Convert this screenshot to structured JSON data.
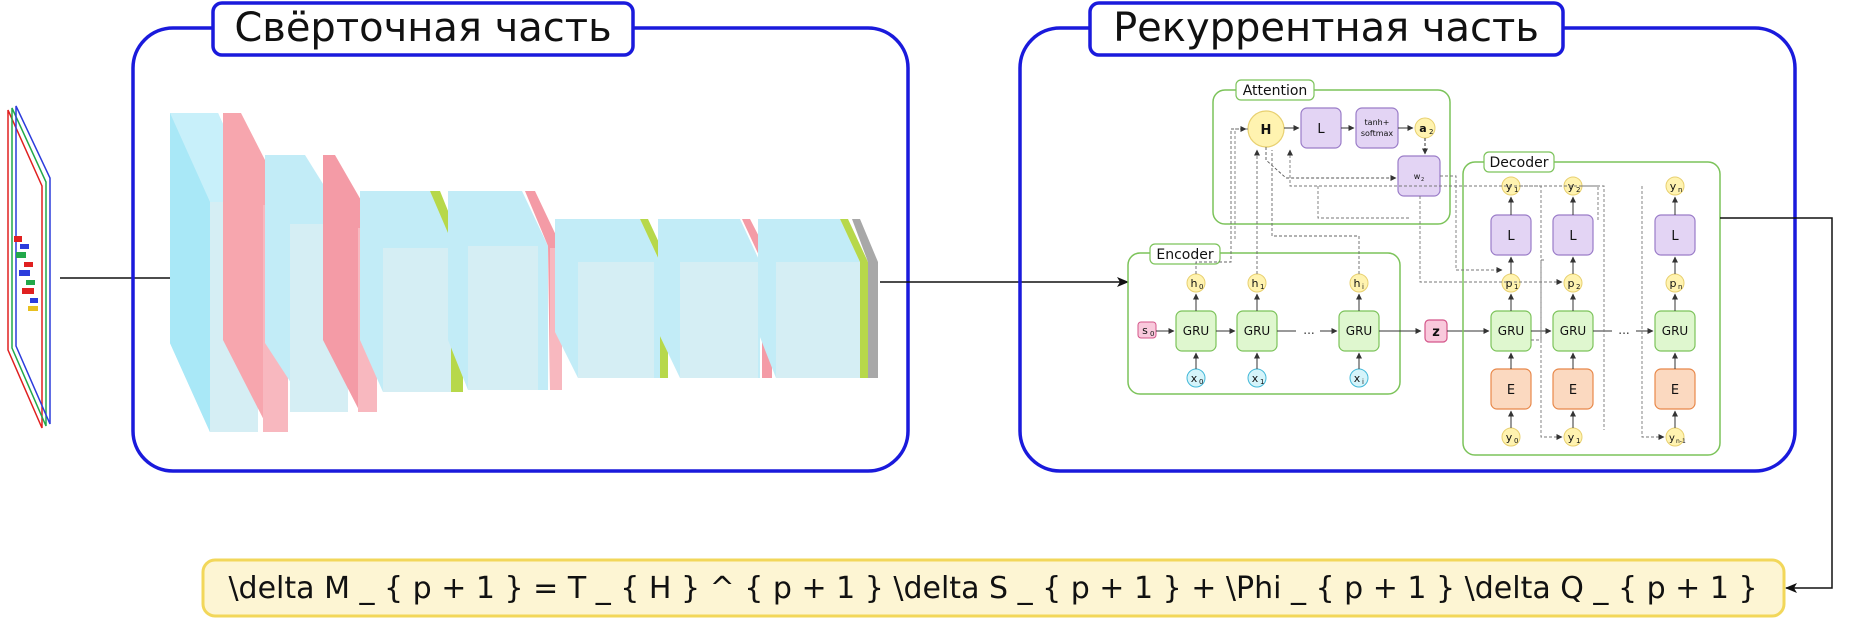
{
  "panels": {
    "conv_title": "Свёрточная часть",
    "rec_title": "Рекуррентная часть"
  },
  "attention": {
    "label": "Attention",
    "h_node": "H",
    "l_node": "L",
    "tanh_line1": "tanh+",
    "tanh_line2": "softmax",
    "a_node": "a",
    "a_sub": "2",
    "w_node": "w",
    "w_sub": "2"
  },
  "encoder": {
    "label": "Encoder",
    "s0": "s",
    "s0_sub": "0",
    "gru": "GRU",
    "h_nodes": [
      {
        "main": "h",
        "sub": "0"
      },
      {
        "main": "h",
        "sub": "1"
      },
      {
        "main": "h",
        "sub": "i"
      }
    ],
    "x_nodes": [
      {
        "main": "x",
        "sub": "0"
      },
      {
        "main": "x",
        "sub": "1"
      },
      {
        "main": "x",
        "sub": "i"
      }
    ],
    "ellipsis": "...",
    "z_node": "z"
  },
  "decoder": {
    "label": "Decoder",
    "gru": "GRU",
    "l_node": "L",
    "e_node": "E",
    "y_top": [
      {
        "main": "y",
        "sub": "1"
      },
      {
        "main": "y",
        "sub": "2"
      },
      {
        "main": "y",
        "sub": "n"
      }
    ],
    "p_nodes": [
      {
        "main": "p",
        "sub": "1"
      },
      {
        "main": "p",
        "sub": "2"
      },
      {
        "main": "p",
        "sub": "n"
      }
    ],
    "y_bottom": [
      {
        "main": "y",
        "sub": "0"
      },
      {
        "main": "y",
        "sub": "1"
      },
      {
        "main": "y",
        "sub": "n-1"
      }
    ],
    "ellipsis": "..."
  },
  "formula": "\\delta M _ { p + 1 } = T _ { H } ^ { p + 1 } \\delta S _ { p + 1 } + \\Phi _ { p + 1 } \\delta Q _ { p + 1 }",
  "colors": {
    "panel_border": "#1a1adc",
    "attention_border": "#7cc35a",
    "yellow_node": "#fff3b0",
    "purple_node": "#e3d4f4",
    "green_node": "#dff7cf",
    "orange_node": "#fbd9c0",
    "pink_node": "#f9c9dc",
    "cyan_node": "#d5f4fa",
    "formula_bg": "#fdf5d3",
    "formula_border": "#f2d75a",
    "conv_blue": "#cfeff8",
    "conv_pink": "#f8a4ad",
    "conv_green": "#b7d84a"
  }
}
